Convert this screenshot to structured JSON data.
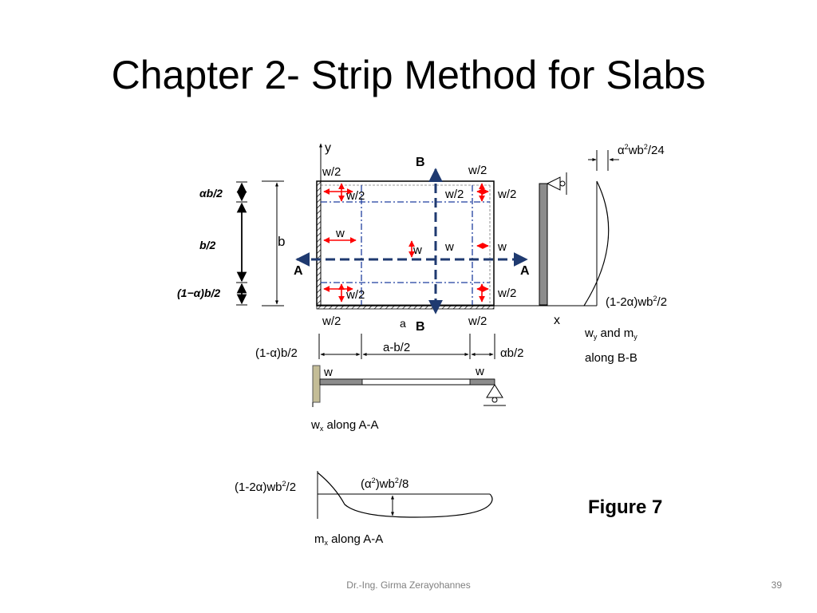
{
  "title": "Chapter 2- Strip Method for Slabs",
  "figure_caption": "Figure 7",
  "plan": {
    "axis_y": "y",
    "axis_x": "x",
    "dim_a": "a",
    "dim_b": "b",
    "section_A_left": "A",
    "section_A_right": "A",
    "section_B_top": "B",
    "section_B_bottom": "B",
    "alpha_b_over_2": "αb/2",
    "b_over_2": "b/2",
    "one_minus_alpha_b_over_2": "(1−α)b/2",
    "load_w2_tl_out": "w/2",
    "load_w2_tl_in": "w/2",
    "load_w2_tr_out": "w/2",
    "load_w2_tr_in_left": "w/2",
    "load_w2_tr_in_right": "w/2",
    "load_w_left": "w",
    "load_w_center": "w",
    "load_w_center2": "w",
    "load_w_right": "w",
    "load_w2_bl_in": "w/2",
    "load_w2_br_in": "w/2",
    "load_w2_bl_out": "w/2",
    "load_w2_br_out": "w/2"
  },
  "section_AA": {
    "dim_left": "(1-α)b/2",
    "dim_mid": "a-b/2",
    "dim_right": "αb/2",
    "load_left": "w",
    "load_right": "w",
    "label_main": "w",
    "label_sub": "x",
    "label_rest": " along A-A"
  },
  "section_BB": {
    "top_value_alpha": "α",
    "top_value_sup": "2",
    "top_value_wb": "wb",
    "top_value_sup2": "2",
    "top_value_rest": "/24",
    "bottom_value_pre": "(1-2α)wb",
    "bottom_value_sup": "2",
    "bottom_value_rest": "/2",
    "label_line1_w": "w",
    "label_line1_sub": "y",
    "label_line1_and": " and m",
    "label_line1_sub2": "y",
    "label_line2": "along B-B"
  },
  "moment_AA": {
    "left_pre": "(1-2α)wb",
    "left_sup": "2",
    "left_rest": "/2",
    "mid_pre": "(α",
    "mid_sup": "2",
    "mid_mid": ")wb",
    "mid_sup2": "2",
    "mid_rest": "/8",
    "label_m": "m",
    "label_sub": "x",
    "label_rest": " along A-A"
  },
  "footer": {
    "author": "Dr.-Ing. Girma Zerayohannes",
    "page": "39"
  },
  "colors": {
    "arrow_red": "#ff0000",
    "dashdot_blue": "#1f3f9f",
    "section_navy": "#1f3a70",
    "member_gray": "#8c8c8c"
  }
}
